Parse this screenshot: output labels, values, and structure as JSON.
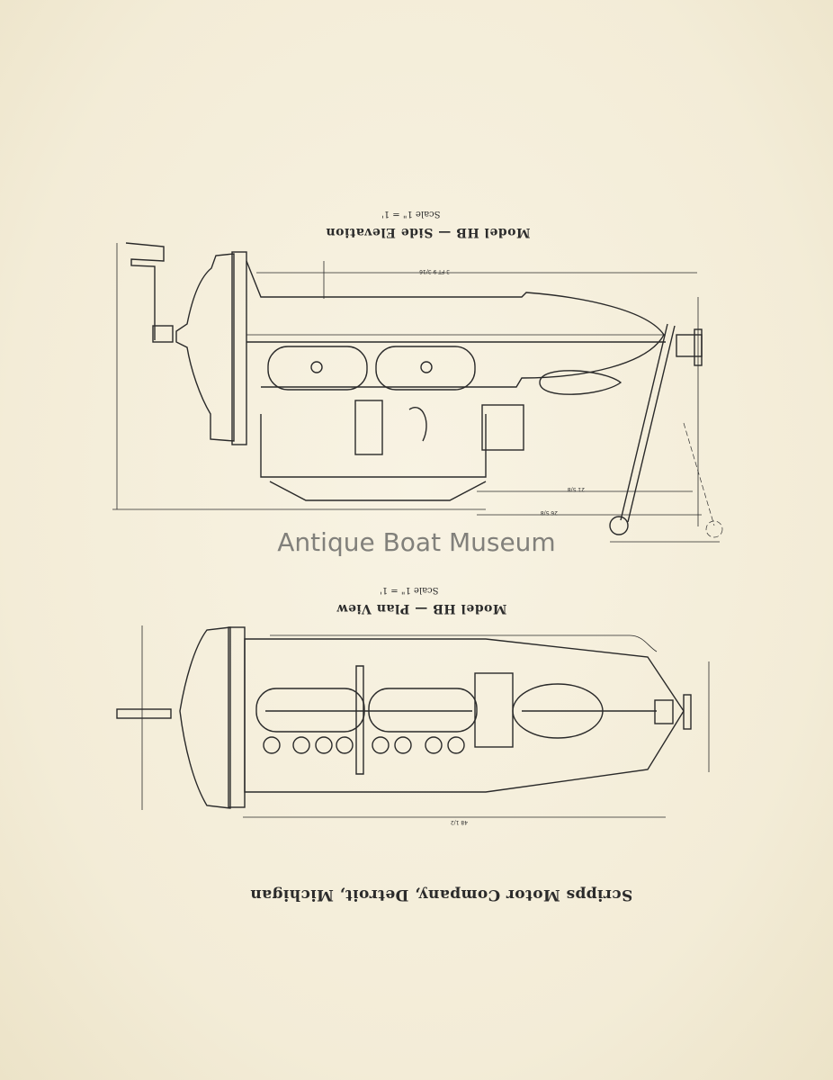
{
  "side_elevation": {
    "title": "Model HB — Side Elevation",
    "scale": "Scale 1\" = 1'"
  },
  "plan_view": {
    "title": "Model HB — Plan View",
    "scale": "Scale 1\" = 1'"
  },
  "company": "Scripps Motor Company, Detroit, Michigan",
  "watermark": "Antique Boat Museum"
}
